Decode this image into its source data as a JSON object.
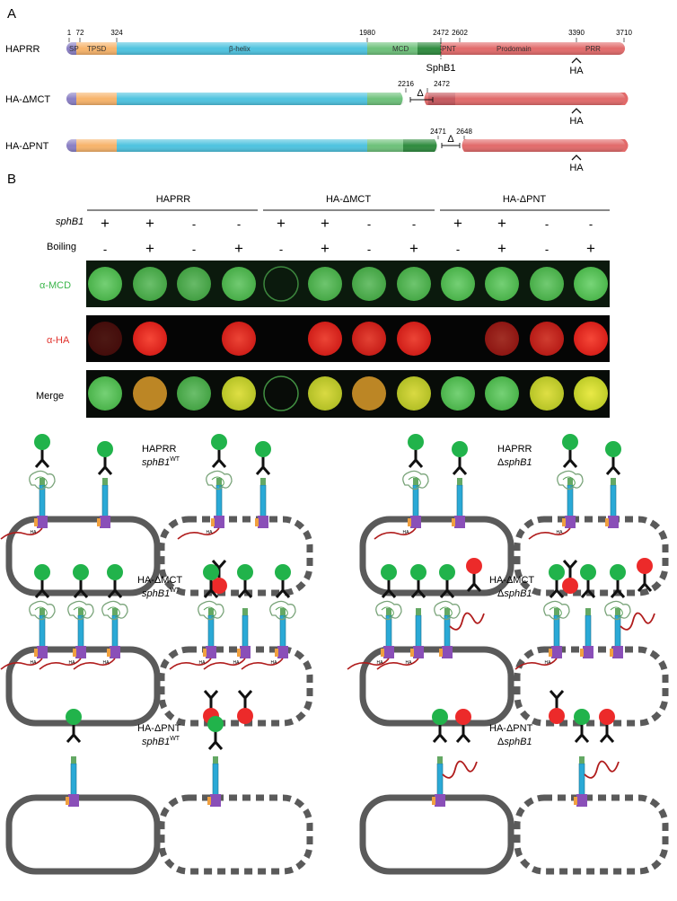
{
  "panel_a": {
    "label": "A",
    "constructs": [
      {
        "name": "HAPRR",
        "domains": [
          "SP",
          "TPSD",
          "β-helix",
          "MCD",
          "PNT",
          "Prodomain",
          "PRR"
        ],
        "positions": [
          "1",
          "72",
          "324",
          "1980",
          "2472",
          "2602",
          "3390",
          "3710"
        ],
        "cleavage": "SphB1",
        "tag": "HA"
      },
      {
        "name": "HA-ΔMCT",
        "deletion_positions": [
          "2216",
          "2472"
        ],
        "delta": "Δ",
        "tag": "HA"
      },
      {
        "name": "HA-ΔPNT",
        "deletion_positions": [
          "2471",
          "2648"
        ],
        "delta": "Δ",
        "tag": "HA"
      }
    ],
    "colors": {
      "sp": "#8a7fc4",
      "tpsd": "#f7b36a",
      "beta": "#4ec3e0",
      "mcd": "#6dc17a",
      "pnt": "#2e8b3e",
      "pro": "#e26a6a"
    }
  },
  "panel_b": {
    "label": "B",
    "groups": [
      "HAPRR",
      "HA-ΔMCT",
      "HA-ΔPNT"
    ],
    "row_labels": {
      "sphb1": "sphB1",
      "boiling": "Boiling"
    },
    "sphb1_signs": [
      "+",
      "+",
      "-",
      "-",
      "+",
      "+",
      "-",
      "-",
      "+",
      "+",
      "-",
      "-"
    ],
    "boiling_signs": [
      "-",
      "+",
      "-",
      "+",
      "-",
      "+",
      "-",
      "+",
      "-",
      "+",
      "-",
      "+"
    ],
    "blots": [
      {
        "label": "α-MCD",
        "color": "#3ab54a"
      },
      {
        "label": "α-HA",
        "color": "#e0312b"
      },
      {
        "label": "Merge",
        "color": "#111111"
      }
    ],
    "mcd_intensity": [
      0.85,
      0.7,
      0.65,
      0.8,
      0.25,
      0.75,
      0.7,
      0.75,
      0.85,
      0.85,
      0.8,
      0.9
    ],
    "ha_intensity": [
      0.05,
      0.95,
      0.0,
      0.9,
      0.0,
      0.9,
      0.85,
      0.9,
      0.0,
      0.5,
      0.75,
      0.95
    ]
  },
  "schematics": [
    {
      "title": "HAPRR",
      "subtitle_pre": "sphB1",
      "subtitle_sup": "WT"
    },
    {
      "title": "HAPRR",
      "subtitle_pre": "Δ",
      "subtitle_it": "sphB1"
    },
    {
      "title": "HA-ΔMCT",
      "subtitle_pre": "sphB1",
      "subtitle_sup": "WT"
    },
    {
      "title": "HA-ΔMCT",
      "subtitle_pre": "Δ",
      "subtitle_it": "sphB1"
    },
    {
      "title": "HA-ΔPNT",
      "subtitle_pre": "sphB1",
      "subtitle_sup": "WT"
    },
    {
      "title": "HA-ΔPNT",
      "subtitle_pre": "Δ",
      "subtitle_it": "sphB1"
    }
  ],
  "ha_tag": "HA"
}
